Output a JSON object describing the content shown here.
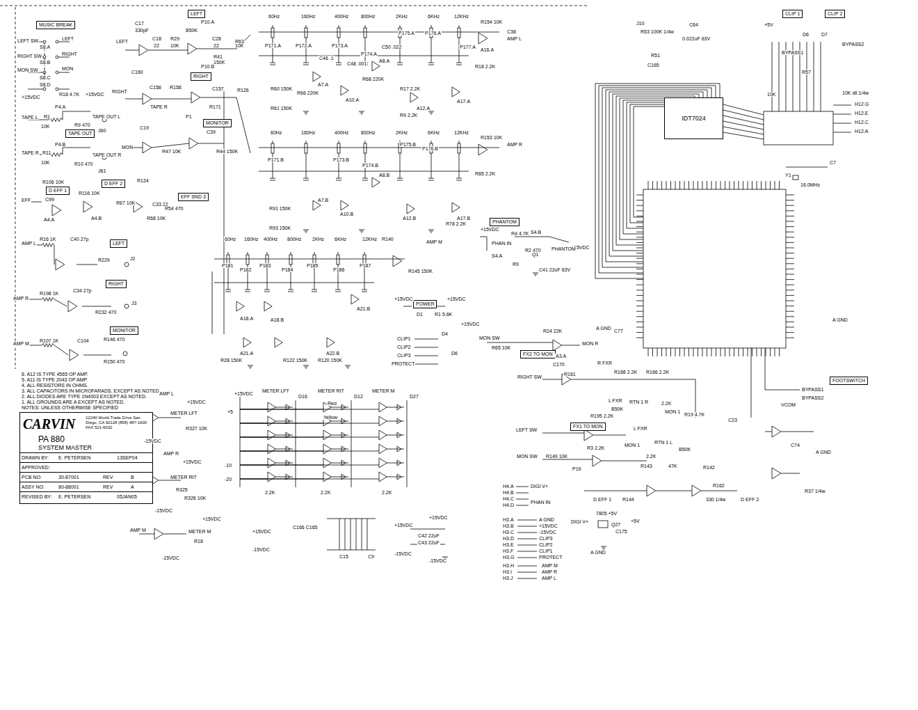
{
  "diagram": {
    "nodes": [
      {
        "text": [
          "MUSIC BREAK"
        ]
      },
      {
        "text": [
          "LEFT"
        ]
      },
      {
        "text": [
          "RIGHT"
        ]
      },
      {
        "text": [
          "MONITOR"
        ]
      },
      {
        "text": [
          "TAPE OUT"
        ]
      },
      {
        "text": [
          "D EFF 1"
        ]
      },
      {
        "text": [
          "D EFF 2"
        ]
      },
      {
        "text": [
          "EFF SND 3"
        ]
      },
      {
        "text": [
          "LEFT"
        ]
      },
      {
        "text": [
          "RIGHT"
        ]
      },
      {
        "text": [
          "MONITOR"
        ]
      },
      {
        "text": [
          "PHANTOM"
        ]
      },
      {
        "text": [
          "POWER"
        ]
      },
      {
        "text": [
          "CLIP 1"
        ]
      },
      {
        "text": [
          "CLIP 2"
        ]
      },
      {
        "text": [
          "FOOTSWITCH"
        ]
      },
      {
        "text": [
          "IDT7024"
        ]
      },
      {
        "text": [
          "FX2 TO MON"
        ]
      },
      {
        "text": [
          "FX1 TO MON"
        ]
      },
      {
        "text": [
          "CARVIN",
          "12240 World Trade Drive San Diego, CA 92128 (858) 487-1600 FAX 521-6032",
          "PA 880",
          "SYSTEM MASTER"
        ]
      },
      {
        "text": [
          "DRAWN BY:",
          "E. PETERSEN",
          "13SEP04"
        ],
        "in": 19
      },
      {
        "text": [
          "APPROVED:"
        ],
        "in": 19
      },
      {
        "text": [
          "PCB NO:",
          "30-87001",
          "REV",
          "B"
        ],
        "in": 19
      },
      {
        "text": [
          "ASSY NO:",
          "80-88001",
          "REV",
          "A"
        ],
        "in": 19
      },
      {
        "text": [
          "REVISED BY:",
          "E. PETERSEN",
          "05JAN05"
        ],
        "in": 19
      }
    ],
    "labels": [
      "LEFT SW",
      "RIGHT SW",
      "MON SW",
      "+15VDC",
      "S8.A",
      "S8.B",
      "S8.C",
      "S8.D",
      "LEFT",
      "RIGHT",
      "MON",
      "R18 4.7K",
      "+15VDC",
      "TAPE L",
      "R1",
      "10K",
      "P4.A",
      "TAPE OUT L",
      "R9 470",
      "J60",
      "TAPE R",
      "R11",
      "10K",
      "P4.B",
      "TAPE OUT R",
      "R10 470",
      "J61",
      "EFF",
      "R106 10K",
      "C99",
      "A4.A",
      "R116 10K",
      "A4.B",
      "R124",
      "R67 10K",
      "C33 22",
      "R68 10K",
      "R54 470",
      "AMP L",
      "R16 1K",
      "C40 27p",
      "R229",
      "J2",
      "AMP R",
      "R198 1K",
      "C34 27p",
      "R232 470",
      "J3",
      "AMP M",
      "R107 1K",
      "C104",
      "R146 470",
      "R150 470",
      "LEFT",
      "C17",
      "330pF",
      "C18",
      "22",
      "R29",
      "10K",
      "P10.A",
      "B50K",
      "C28",
      "22",
      "R41",
      "150K",
      "R63",
      "10K",
      "RIGHT",
      "C160",
      "C158",
      "R158",
      "P10.B",
      "C157",
      "R171",
      "R126",
      "TAPE R",
      "MON",
      "C19",
      "R47 10K",
      "P1",
      "C39",
      "R44 150K",
      "60Hz",
      "160Hz",
      "400Hz",
      "800Hz",
      "2KHz",
      "6KHz",
      "12KHz",
      "R154 10K",
      "AMP L",
      "P171.A",
      "P172.A",
      "P173.A",
      "P174.A",
      "P175.A",
      "P176.A",
      "P177.A",
      "C38",
      "R18 2.2K",
      "A7.A",
      "A8.A",
      "A10.A",
      "A12.A",
      "A17.A",
      "A16.A",
      "R60 150K",
      "R61 150K",
      "R66 220K",
      "R68 220K",
      "R17 2.2K",
      "R9 2.2K",
      "C50 .022",
      "C46 .1",
      "C48 .001",
      "60Hz",
      "160Hz",
      "400Hz",
      "800Hz",
      "2KHz",
      "6KHz",
      "12KHz",
      "R153 10K",
      "AMP R",
      "P171.B",
      "P173.B",
      "P174.B",
      "P175.B",
      "P176.B",
      "A7.B",
      "A8.B",
      "A10.B",
      "A12.B",
      "A17.B",
      "R91 150K",
      "R93 150K",
      "R85 2.2K",
      "R78 2.2K",
      "60Hz",
      "160Hz",
      "400Hz",
      "800Hz",
      "2KHz",
      "6KHz",
      "12KHz",
      "R140",
      "AMP M",
      "P181",
      "P182",
      "P183",
      "P184",
      "P185",
      "P186",
      "P187",
      "R145 150K",
      "A18.A",
      "A18.B",
      "A21.A",
      "A21.B",
      "A22.B",
      "R28 150K",
      "R122 150K",
      "R120 150K",
      "+15VDC",
      "PHAN IN",
      "R4 4.7K",
      "S4.B",
      "+15VDC",
      "S4.A",
      "R2 470",
      "R9",
      "Q1",
      "PHANTOM",
      "C41 22uF 63V",
      "+15VDC",
      "D1",
      "R1 5.6K",
      "+15VDC",
      "+15VDC",
      "CLIP1",
      "CLIP2",
      "CLIP3",
      "PROTECT",
      "D4",
      "D6",
      "METER LFT",
      "METER RIT",
      "METER M",
      "+15VDC",
      "Red",
      "Yellow",
      "D16",
      "D12",
      "D27",
      "2.2K",
      "2.2K",
      "2.2K",
      "+5",
      "-10",
      "-20",
      "METER LFT",
      "METER RIT",
      "METER M",
      "AMP L",
      "AMP R",
      "AMP M",
      "R327 10K",
      "R325",
      "R326 10K",
      "R18",
      "-15VDC",
      "-15VDC",
      "-15VDC",
      "+15VDC",
      "+15VDC",
      "+15VDC",
      "+15VDC",
      "-15VDC",
      "C166 C165",
      "C15",
      "C9",
      "+15VDC",
      "-15VDC",
      "C42 22uF",
      "C43 22uF",
      "+15VDC",
      "-15VDC",
      "J10",
      "R53 100K 1/4w",
      "C64",
      "0.022uF 63V",
      "+5V",
      "D6",
      "D7",
      "BYPASS2",
      "BYPASS1",
      "R51",
      "C165",
      "R57",
      "10K",
      "10K dil 1/4w",
      "H12.G",
      "H12.E",
      "H12.C",
      "H12.A",
      "16.0MHz",
      "Y1",
      "C7",
      "A GND",
      "A GND",
      "C77",
      "MON SW",
      "R65 10K",
      "R24 22K",
      "A3.A",
      "MON R",
      "RIGHT SW",
      "R161",
      "C170",
      "R168 2.2K",
      "R FXR",
      "R166 2.2K",
      "LEFT SW",
      "R195 2.2K",
      "L FXR",
      "B50K",
      "RTN 1 R",
      "2.2K",
      "MON 1",
      "R19 4.7K",
      "C23",
      "MON SW",
      "R149 10K",
      "P19",
      "R3 2.2K",
      "MON 1",
      "RTN 1 L",
      "2.2K",
      "B50K",
      "L FXR",
      "D EFF 1",
      "R143",
      "R144",
      "47K",
      "R142",
      "R162",
      "330 1/4w",
      "D EFF 2",
      "VCOM",
      "BYPASS1",
      "BYPASS2",
      "A GND",
      "C74",
      "R37 1/4w",
      "H4.A",
      "H4.B",
      "H4.C",
      "H4.D",
      "DIGI V+",
      "PHAN IN",
      "H3.A",
      "H3.B",
      "H3.C",
      "H3.D",
      "H3.E",
      "H3.F",
      "H3.G",
      "H3.H",
      "H3.I",
      "H3.J",
      "A GND",
      "+15VDC",
      "-15VDC",
      "CLIP3",
      "CLIP2",
      "CLIP1",
      "PROTECT",
      "AMP M",
      "AMP R",
      "AMP L",
      "DIGI V+",
      "7805 +5V",
      "Q27",
      "+5V",
      "C175",
      "A GND",
      "6. A12 IS TYPE 4565 OP AMP.",
      "5. A11 IS TYPE 2043 OP AMP.",
      "4. ALL RESISTORS IN OHMS.",
      "3. ALL CAPACITORS IN MICROFARADS, EXCEPT AS NOTED",
      "2. ALL DIODES ARE TYPE 1N4003 EXCEPT AS NOTED.",
      "1. ALL GROUNDS ARE A EXCEPT AS NOTED.",
      "NOTES: UNLESS OTHERWISE SPECIFIED"
    ]
  }
}
